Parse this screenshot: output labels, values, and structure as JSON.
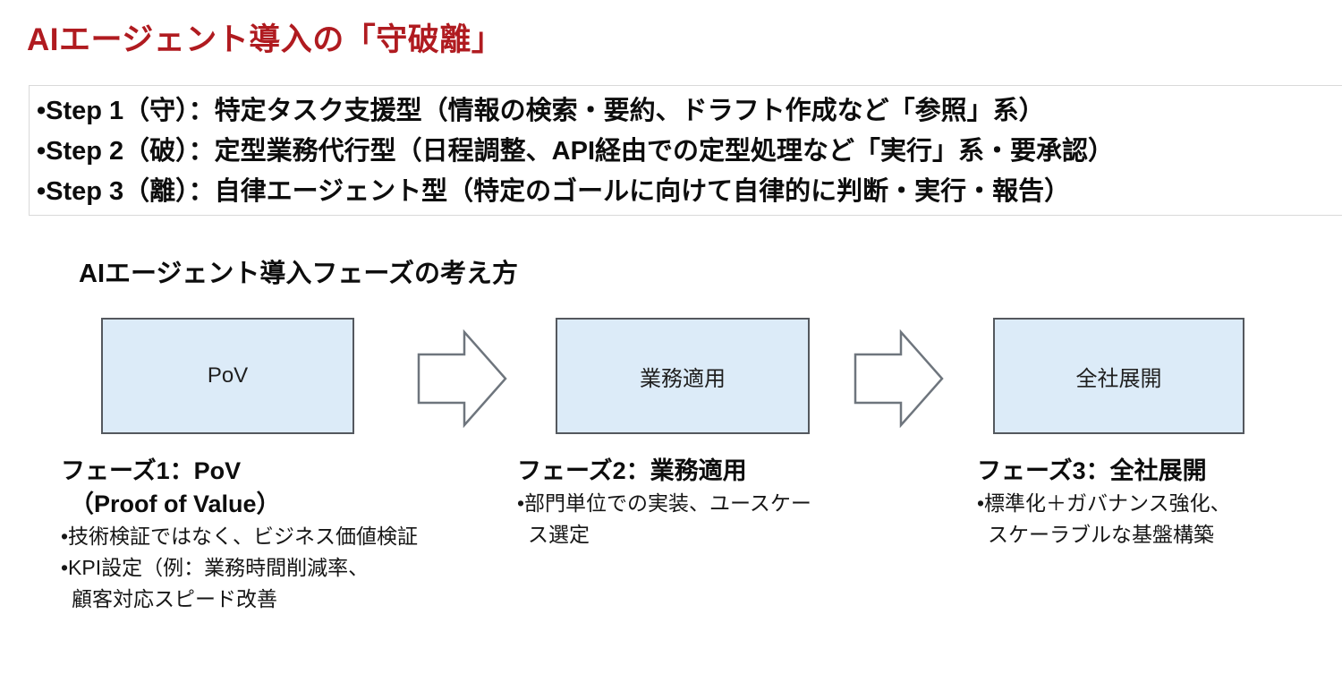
{
  "title": "AIエージェント導入の「守破離」",
  "steps": [
    "•Step 1（守）：特定タスク支援型（情報の検索・要約、ドラフト作成など「参照」系）",
    "•Step 2（破）：定型業務代行型（日程調整、API経由での定型処理など「実行」系・要承認）",
    "•Step 3（離）：自律エージェント型（特定のゴールに向けて自律的に判断・実行・報告）"
  ],
  "section_heading": "AIエージェント導入フェーズの考え方",
  "flow": {
    "boxes": [
      {
        "label": "PoV"
      },
      {
        "label": "業務適用"
      },
      {
        "label": "全社展開"
      }
    ],
    "arrow_icon": "block-arrow-right"
  },
  "phases": [
    {
      "heading": "フェーズ1：PoV",
      "heading2": "（Proof of Value）",
      "bullets": [
        "•技術検証ではなく、ビジネス価値検証",
        "•KPI設定（例：業務時間削減率、",
        "顧客対応スピード改善"
      ]
    },
    {
      "heading": "フェーズ2：業務適用",
      "bullets": [
        "•部門単位での実装、ユースケー",
        "ス選定"
      ]
    },
    {
      "heading": "フェーズ3：全社展開",
      "bullets": [
        "•標準化＋ガバナンス強化、",
        "スケーラブルな基盤構築"
      ]
    }
  ],
  "colors": {
    "title_red": "#b01b20",
    "box_fill": "#dcebf8",
    "box_border": "#54585e",
    "arrow_outline": "#6e757d",
    "steps_box_border": "#d9d9d9",
    "text": "#0d0d0d"
  }
}
